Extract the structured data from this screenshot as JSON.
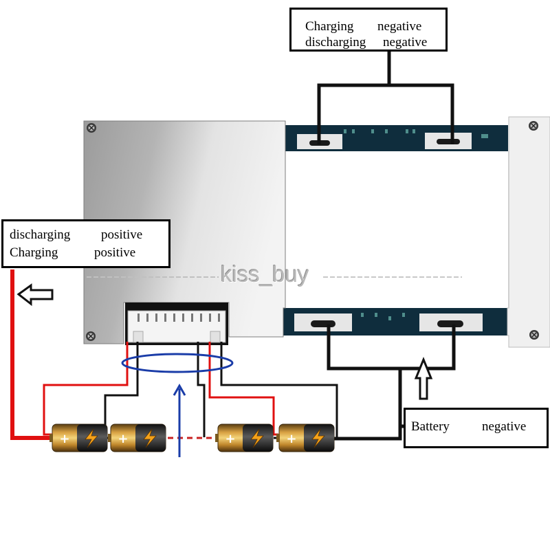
{
  "labels": {
    "charge_discharge_negative": {
      "line1_a": "Charging",
      "line1_b": "negative",
      "line2_a": "discharging",
      "line2_b": "negative"
    },
    "charge_discharge_positive": {
      "line1_a": "discharging",
      "line1_b": "positive",
      "line2_a": "Charging",
      "line2_b": "positive"
    },
    "battery_negative": {
      "a": "Battery",
      "b": "negative"
    }
  },
  "watermark": "kiss_buy",
  "colors": {
    "positive_wire": "#e01010",
    "balance_wire": "#111111",
    "sense_loop": "#1a3ca8",
    "board": "#a8a8a8",
    "pcb": "#0f2d3d"
  },
  "icons": [
    "screw-icon",
    "battery-cell-icon",
    "lightning-bolt-icon",
    "hollow-arrow-left-icon",
    "hollow-arrow-up-icon"
  ]
}
